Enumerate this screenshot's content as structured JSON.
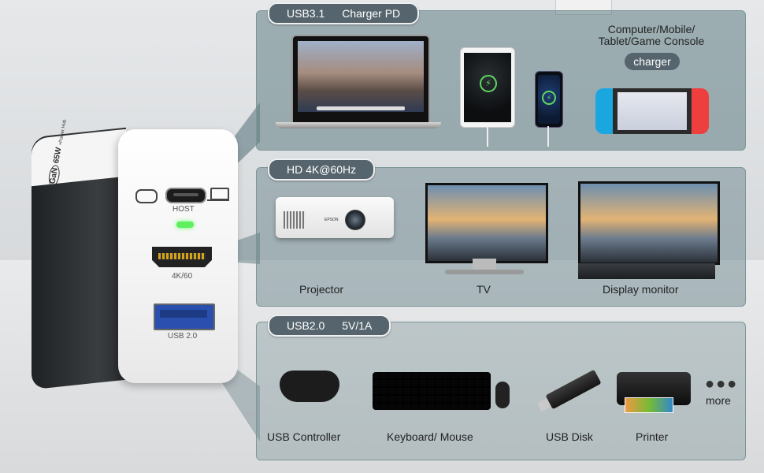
{
  "charger": {
    "brand": "GaN",
    "brand_power": "65W",
    "brand_sub": "+Power Hub",
    "host_label": "HOST",
    "hdmi_label": "4K/60",
    "usb_label": "USB 2.0"
  },
  "sections": [
    {
      "tag_a": "USB3.1",
      "tag_b": "Charger PD",
      "device_text": "Computer/Mobile/ Tablet/Game Console",
      "device_pill": "charger"
    },
    {
      "tag_a": "HD 4K@60Hz",
      "captions": [
        "Projector",
        "TV",
        "Display monitor"
      ]
    },
    {
      "tag_a": "USB2.0",
      "tag_b": "5V/1A",
      "captions": [
        "USB Controller",
        "Keyboard/ Mouse",
        "USB Disk",
        "Printer",
        "more"
      ]
    }
  ],
  "projector_brand": "EPSON",
  "colors": {
    "tag_bg": "#56656d",
    "panel_border": "#7c9599",
    "led": "#5ef05e",
    "usb_port": "#2a4fae"
  },
  "icons": [
    "gamepad-icon",
    "laptop-icon",
    "charging-bolt-icon",
    "more-dots-icon"
  ]
}
